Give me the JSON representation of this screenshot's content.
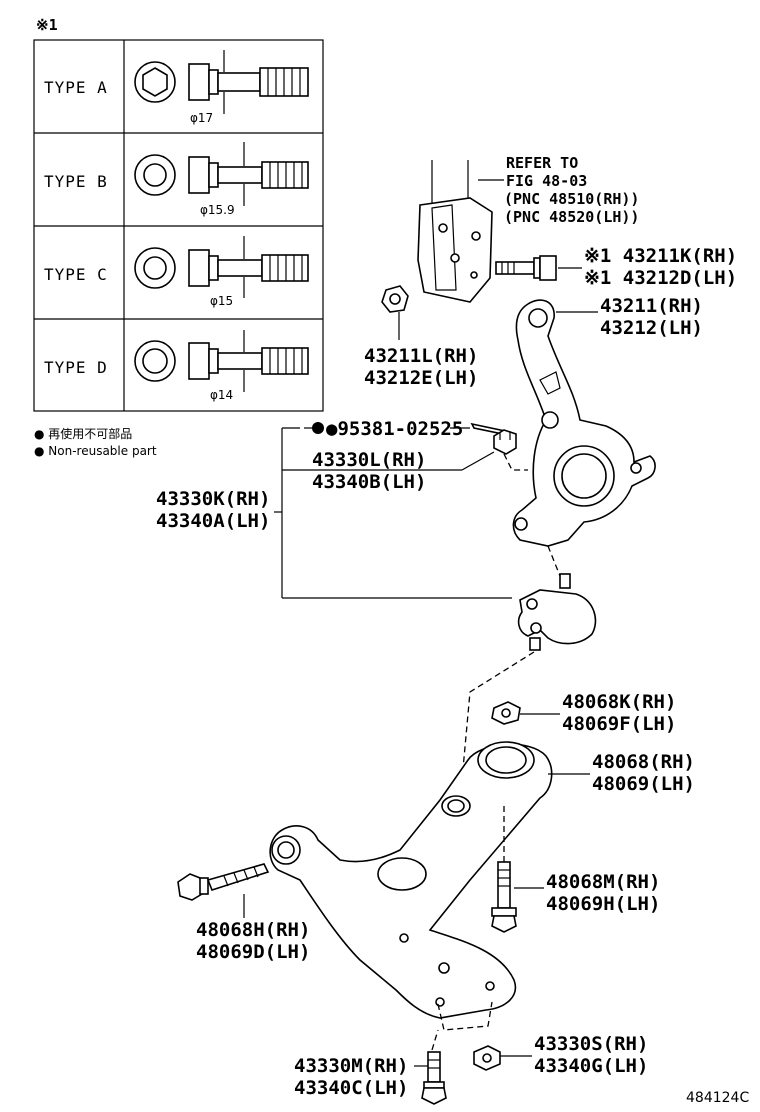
{
  "footnote_mark": "※1",
  "type_table": {
    "rows": [
      {
        "type_label": "TYPE  A",
        "diameter": "φ17"
      },
      {
        "type_label": "TYPE  B",
        "diameter": "φ15.9"
      },
      {
        "type_label": "TYPE  C",
        "diameter": "φ15"
      },
      {
        "type_label": "TYPE  D",
        "diameter": "φ14"
      }
    ]
  },
  "legend": {
    "jp": "● 再使用不可部品",
    "en": "● Non-reusable part"
  },
  "refer": {
    "line1": "REFER TO",
    "line2": "FIG 48-03",
    "line3": "(PNC 48510(RH))",
    "line4": "(PNC 48520(LH))"
  },
  "callouts": {
    "bolt_k_rh": "※1 43211K(RH)",
    "bolt_d_lh": "※1 43212D(LH)",
    "knuckle_rh": "43211(RH)",
    "knuckle_lh": "43212(LH)",
    "nut_l_rh": "43211L(RH)",
    "nut_e_lh": "43212E(LH)",
    "cotter_pin": "●95381-02525",
    "castle_nut_rh": "43330L(RH)",
    "castle_nut_lh": "43340B(LH)",
    "ball_joint_rh": "43330K(RH)",
    "ball_joint_lh": "43340A(LH)",
    "arm_nut_k_rh": "48068K(RH)",
    "arm_nut_f_lh": "48069F(LH)",
    "lower_arm_rh": "48068(RH)",
    "lower_arm_lh": "48069(LH)",
    "arm_bolt_m_rh": "48068M(RH)",
    "arm_bolt_h_lh": "48069H(LH)",
    "arm_bolt_h_rh": "48068H(RH)",
    "arm_bolt_d_lh": "48069D(LH)",
    "nut_s_rh": "43330S(RH)",
    "nut_g_lh": "43340G(LH)",
    "bolt_m_rh": "43330M(RH)",
    "bolt_c_lh": "43340C(LH)"
  },
  "figure_code": "484124C"
}
